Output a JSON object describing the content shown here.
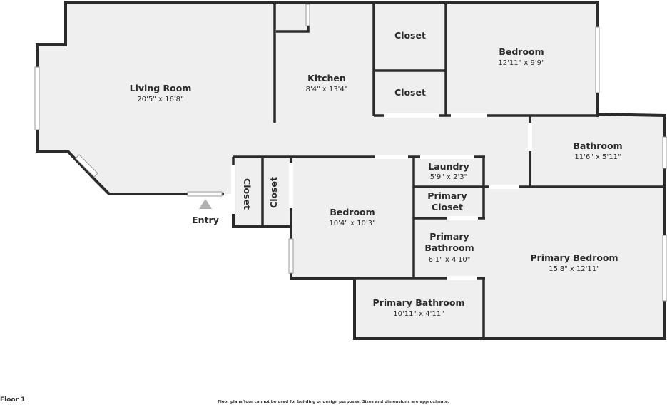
{
  "rooms": {
    "living_room": {
      "name": "Living Room",
      "dims": "20'5\" x 16'8\""
    },
    "kitchen": {
      "name": "Kitchen",
      "dims": "8'4\" x 13'4\""
    },
    "closet_top": {
      "name": "Closet"
    },
    "closet_mid": {
      "name": "Closet"
    },
    "bedroom_top": {
      "name": "Bedroom",
      "dims": "12'11\" x 9'9\""
    },
    "bathroom": {
      "name": "Bathroom",
      "dims": "11'6\" x 5'11\""
    },
    "laundry": {
      "name": "Laundry",
      "dims": "5'9\" x 2'3\""
    },
    "primary_closet": {
      "name_line1": "Primary",
      "name_line2": "Closet"
    },
    "closet_left": {
      "name": "Closet"
    },
    "closet_right": {
      "name": "Closet"
    },
    "bedroom_mid": {
      "name": "Bedroom",
      "dims": "10'4\" x 10'3\""
    },
    "primary_bath_small": {
      "name_line1": "Primary",
      "name_line2": "Bathroom",
      "dims": "6'1\" x 4'10\""
    },
    "primary_bedroom": {
      "name": "Primary Bedroom",
      "dims": "15'8\" x 12'11\""
    },
    "primary_bath_large": {
      "name": "Primary Bathroom",
      "dims": "10'11\" x 4'11\""
    }
  },
  "entry": {
    "label": "Entry"
  },
  "footer": {
    "floor": "Floor 1",
    "disclaimer": "Floor plans/tour cannot be used for building or design purposes. Sizes and dimensions are approximate."
  },
  "colors": {
    "wall": "#2b2b2b",
    "floor": "#efefef",
    "entry_marker": "#b0b0b0"
  }
}
